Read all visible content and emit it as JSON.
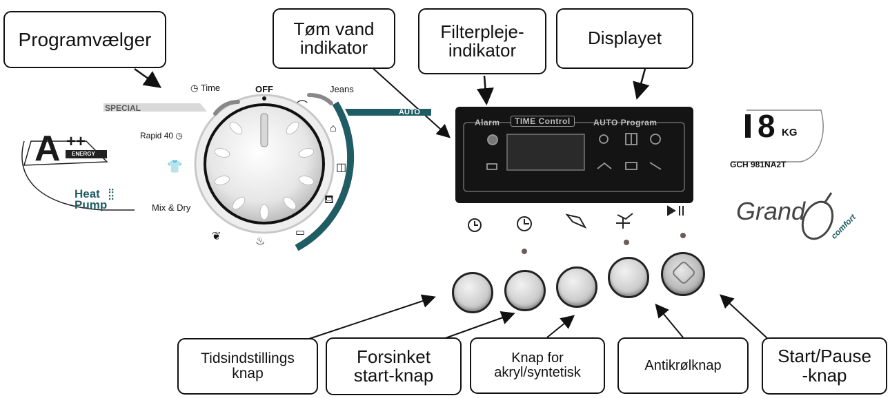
{
  "callouts": {
    "programvaelger": "Programvælger",
    "toem_vand_1": "Tøm vand",
    "toem_vand_2": "indikator",
    "filterpleje_1": "Filterpleje-",
    "filterpleje_2": "indikator",
    "displayet": "Displayet",
    "tidsindstillings_1": "Tidsindstillings",
    "tidsindstillings_2": "knap",
    "forsinket_1": "Forsinket",
    "forsinket_2": "start-knap",
    "akryl_1": "Knap for",
    "akryl_2": "akryl/syntetisk",
    "antikroel": "Antikrølknap",
    "startpause_1": "Start/Pause",
    "startpause_2": "-knap"
  },
  "dial": {
    "off": "OFF",
    "time": "Time",
    "jeans": "Jeans",
    "special": "SPECIAL",
    "auto": "AUTO",
    "rapid": "Rapid 40",
    "mix_dry": "Mix & Dry"
  },
  "display": {
    "alarm": "Alarm",
    "time_control": "TIME Control",
    "auto_program": "AUTO Program"
  },
  "branding": {
    "energy_class": "A",
    "energy_plus": "++",
    "energy_word": "ENERGY",
    "heat": "Heat",
    "pump": "Pump",
    "capacity_num": "8",
    "capacity_unit": "KG",
    "model": "GCH 981NA2T",
    "grand": "Grand",
    "comfort": "comfort"
  },
  "colors": {
    "panel": "#141414",
    "accent": "#1f5c63",
    "outline": "#111111"
  }
}
